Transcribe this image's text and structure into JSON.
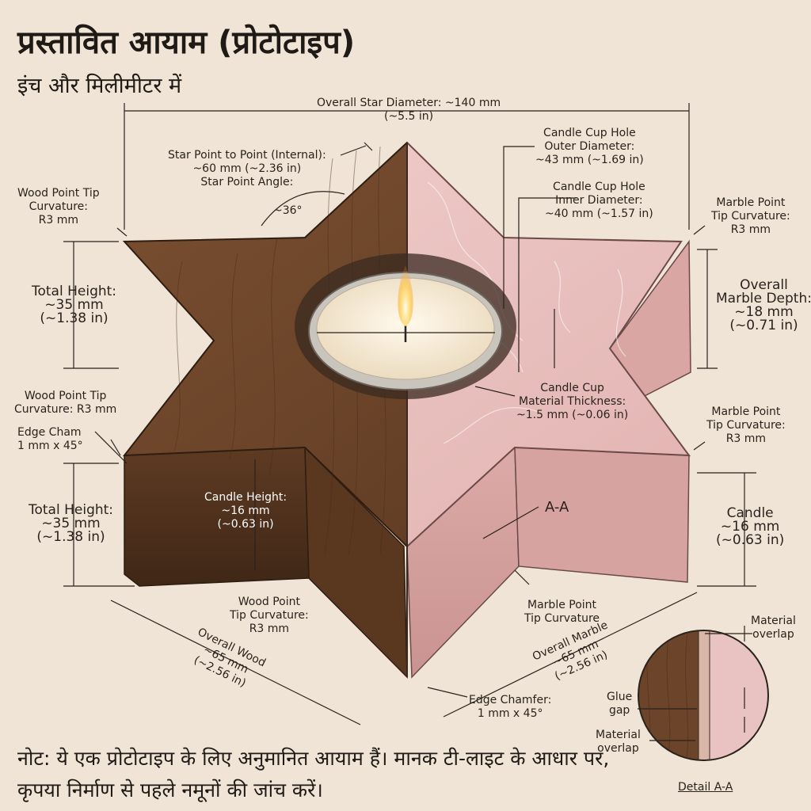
{
  "title": "प्रस्तावित आयाम (प्रोटोटाइप)",
  "subtitle": "इंच और मिलीमीटर में",
  "note": "नोट: ये एक प्रोटोटाइप के लिए अनुमानित आयाम हैं। मानक टी-लाइट के आधार पर, कृपया निर्माण से पहले नमूनों की जांच करें।",
  "colors": {
    "background": "#efe4d6",
    "wood": "#6b4429",
    "wood_dark": "#4a2e1b",
    "marble": "#e8c2c0",
    "marble_dark": "#d9a9a8"
  },
  "labels": {
    "overall_star_diameter": [
      "Overall Star Diameter: ~140 mm",
      "(~5.5 in)"
    ],
    "star_point_to_point": [
      "Star Point to Point (Internal):",
      "~60 mm (~2.36 in)",
      "Star Point Angle:"
    ],
    "star_point_angle_value": "~36°",
    "wood_point_tip_top": [
      "Wood Point Tip",
      "Curvature:",
      "R3 mm"
    ],
    "total_height_top": [
      "Total Height:",
      "~35 mm",
      "(~1.38 in)"
    ],
    "wood_point_tip_mid": [
      "Wood Point Tip",
      "Curvature: R3 mm"
    ],
    "edge_chamfer_left": [
      "Edge Cham",
      "1 mm x 45°"
    ],
    "total_height_bottom": [
      "Total Height:",
      "~35 mm",
      "(~1.38 in)"
    ],
    "candle_height": [
      "Candle Height:",
      "~16 mm",
      "(~0.63 in)"
    ],
    "wood_point_tip_bottom": [
      "Wood Point",
      "Tip Curvature:",
      "R3 mm"
    ],
    "overall_wood": [
      "Overall Wood",
      "~65 mm",
      "(~2.56 in)"
    ],
    "cup_outer": [
      "Candle Cup Hole",
      "Outer Diameter:",
      "~43 mm (~1.69 in)"
    ],
    "cup_inner": [
      "Candle Cup Hole",
      "Inner Diameter:",
      "~40 mm (~1.57 in)"
    ],
    "marble_point_tip_top": [
      "Marble Point",
      "Tip Curvature:",
      "R3 mm"
    ],
    "overall_marble_depth": [
      "Overall",
      "Marble Depth:",
      "~18 mm",
      "(~0.71 in)"
    ],
    "cup_thickness": [
      "Candle Cup",
      "Material Thickness:",
      "~1.5 mm (~0.06 in)"
    ],
    "marble_point_tip_mid": [
      "Marble Point",
      "Tip Curvature:",
      "R3 mm"
    ],
    "candle_right": [
      "Candle",
      "~16 mm",
      "(~0.63 in)"
    ],
    "section_aa": "A-A",
    "marble_point_tip_bottom": [
      "Marble Point",
      "Tip Curvature"
    ],
    "overall_marble": [
      "Overall Marble",
      "~65 mm",
      "(~2.56 in)"
    ],
    "edge_chamfer_bottom": [
      "Edge Chamfer:",
      "1 mm x 45°"
    ],
    "material_overlap_top": [
      "Material",
      "overlap"
    ],
    "glue_gap": [
      "Glue",
      "gap"
    ],
    "material_overlap_bottom": [
      "Material",
      "overlap"
    ],
    "detail_aa": "Detail A-A"
  }
}
